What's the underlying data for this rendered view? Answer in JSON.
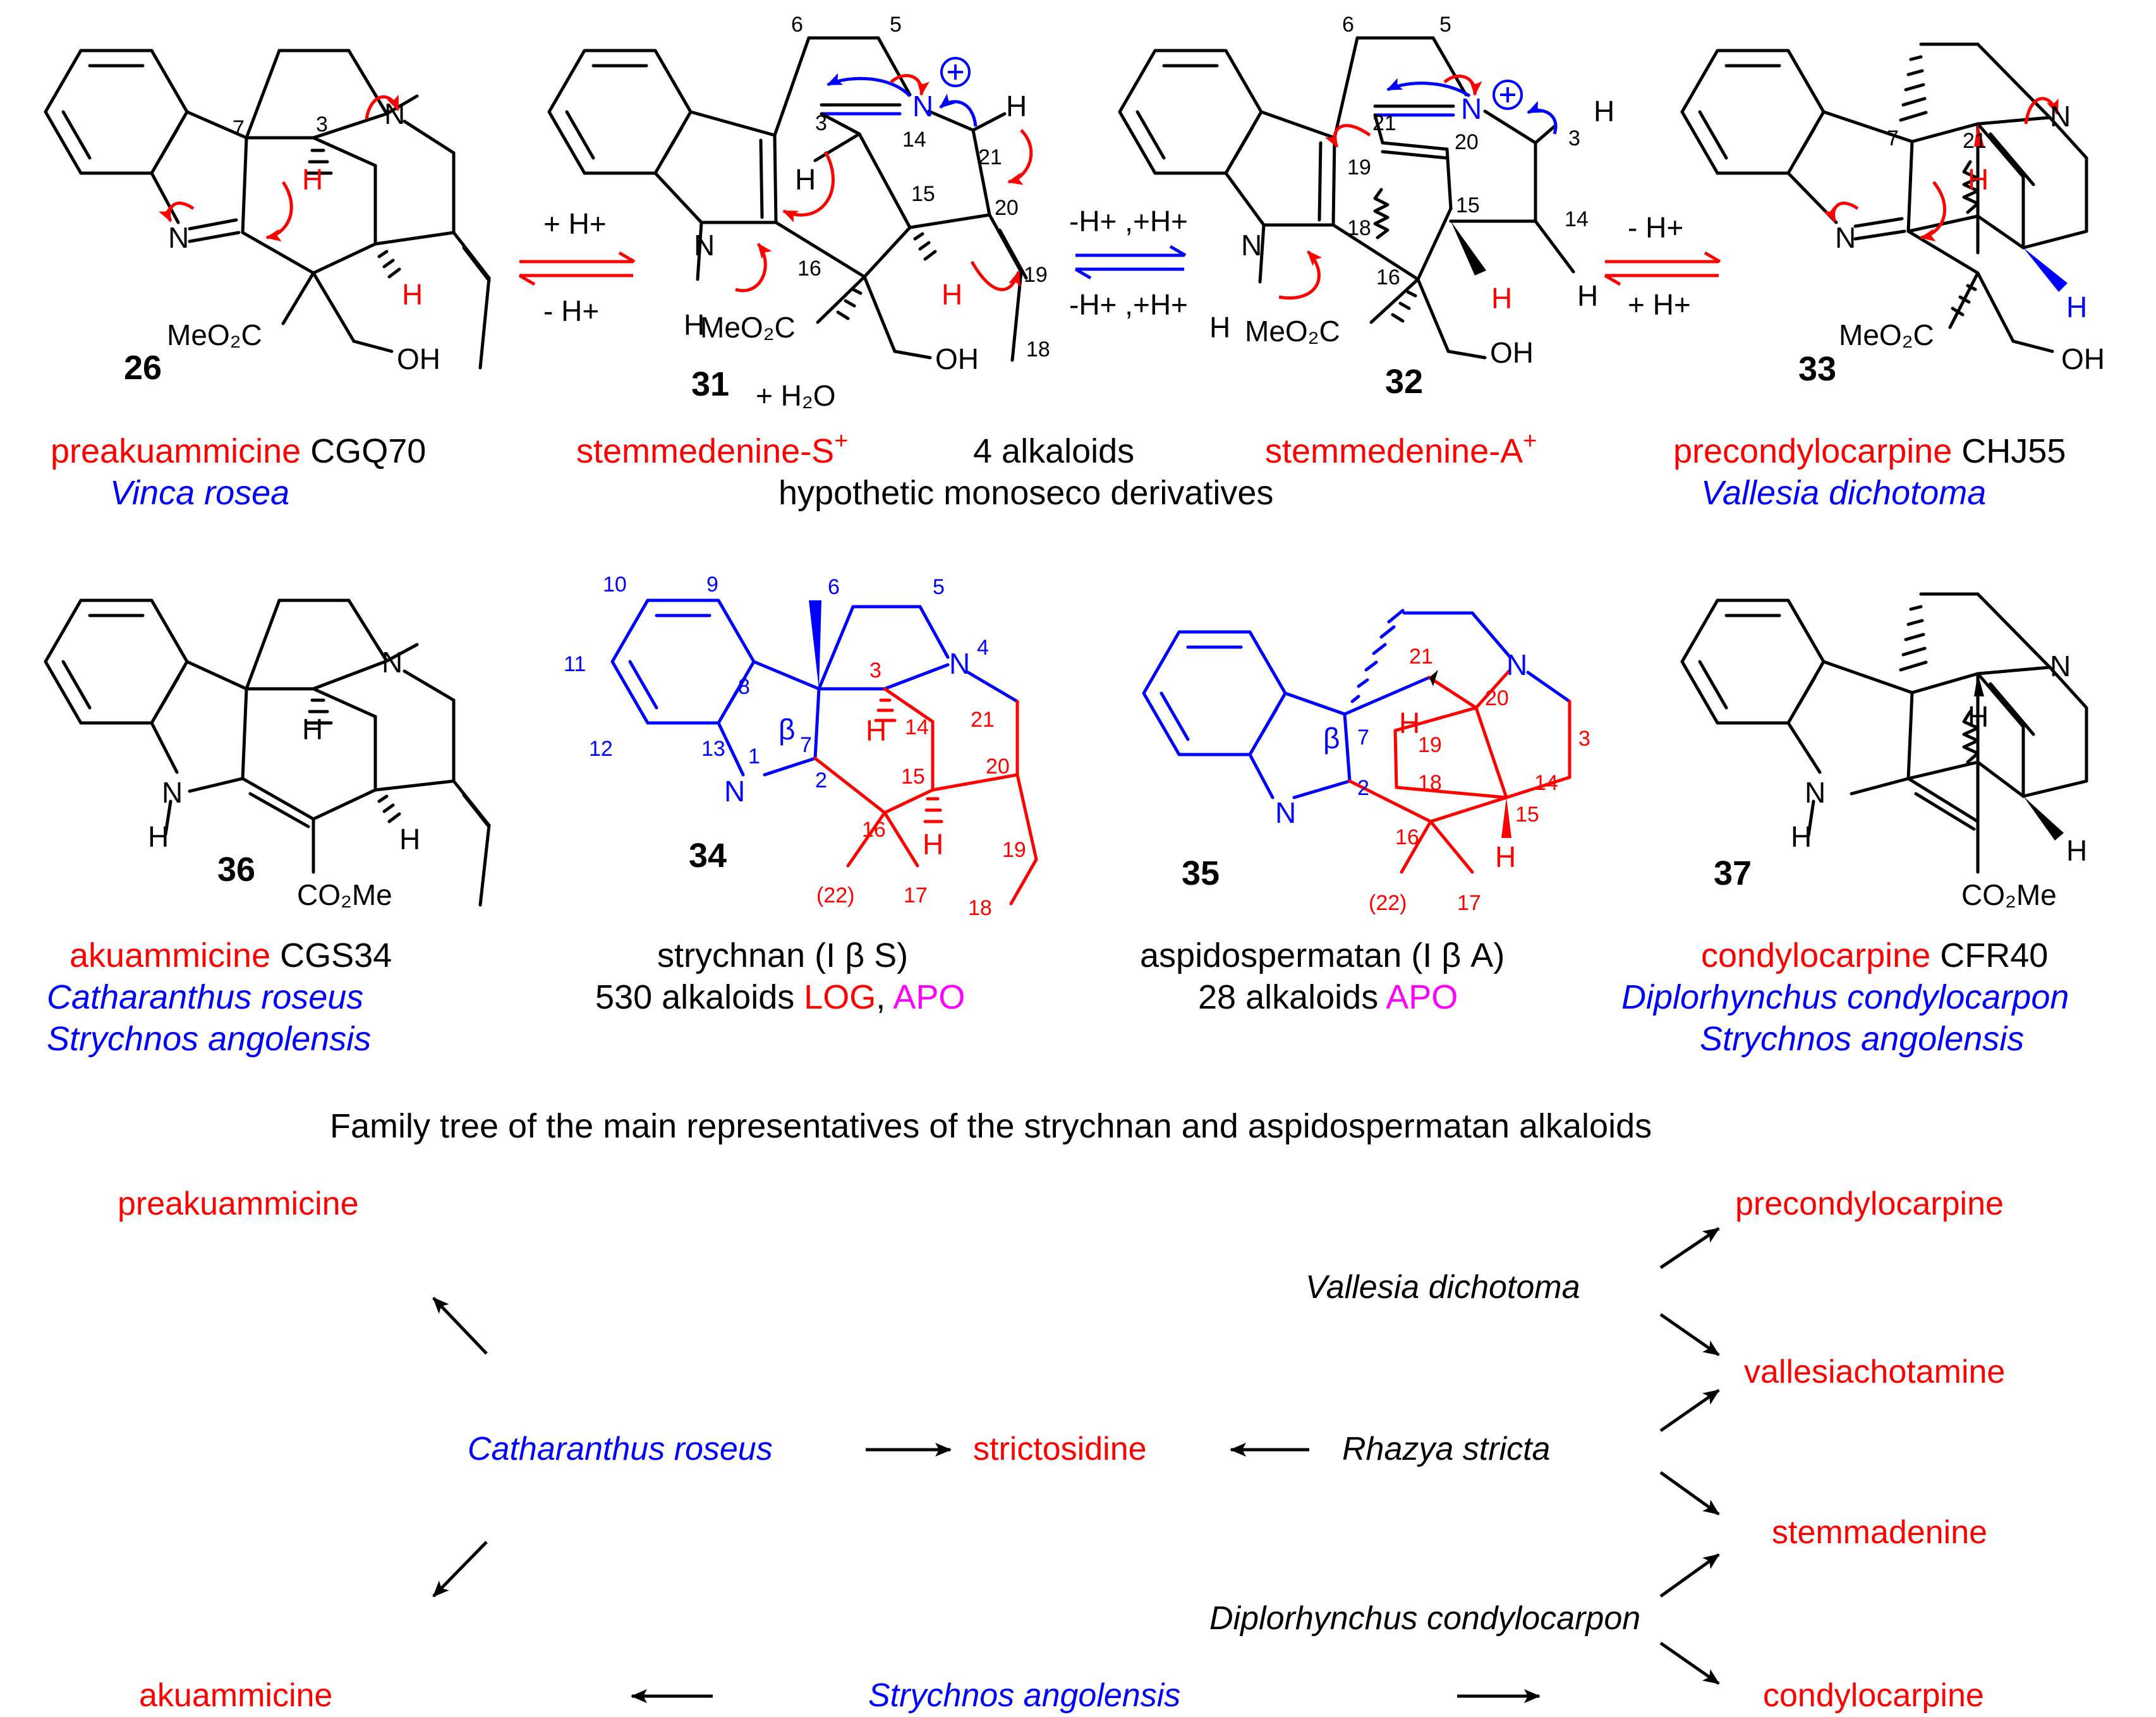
{
  "colors": {
    "red": "#ff0000",
    "blue": "#0000ff",
    "magenta": "#ff00ff",
    "black": "#000000"
  },
  "compounds": [
    {
      "id": "26",
      "name": "preakuammicine",
      "code": "CGQ70",
      "sources": [
        "Vinca rosea"
      ]
    },
    {
      "id": "31",
      "name": "stemmedenine-S",
      "charge": "+",
      "extra": "+ H₂O"
    },
    {
      "id": "32",
      "name": "stemmedenine-A",
      "charge": "+"
    },
    {
      "id": "33",
      "name": "precondylocarpine",
      "code": "CHJ55",
      "sources": [
        "Vallesia dichotoma"
      ]
    },
    {
      "id": "34",
      "name": "strychnan (I β S)",
      "count": "530 alkaloids",
      "tags": [
        "LOG",
        "APO"
      ]
    },
    {
      "id": "35",
      "name": "aspidospermatan (I β A)",
      "count": "28 alkaloids",
      "tags": [
        "APO"
      ]
    },
    {
      "id": "36",
      "name": "akuammicine",
      "code": "CGS34",
      "sources": [
        "Catharanthus roseus",
        "Strychnos angolensis"
      ]
    },
    {
      "id": "37",
      "name": "condylocarpine",
      "code": "CFR40",
      "sources": [
        "Diplorhynchus condylocarpon",
        "Strychnos angolensis"
      ]
    }
  ],
  "middle": {
    "count": "4 alkaloids",
    "note": "hypothetic monoseco derivatives"
  },
  "equilibria": [
    {
      "forward": "+ H+",
      "back": "- H+"
    },
    {
      "forward": "-H+ ,+H+",
      "back": "-H+ ,+H+"
    },
    {
      "forward": "- H+",
      "back": "+ H+"
    }
  ],
  "atoms": {
    "n": "N",
    "h": "H",
    "oh": "OH",
    "ester_a": "MeO₂C",
    "ester_b": "CO₂Me",
    "beta": "β"
  },
  "tree": {
    "title": "Family tree of the main representatives of the strychnan and aspidospermatan alkaloids",
    "plants": [
      "Catharanthus roseus",
      "Rhazya stricta",
      "Vallesia dichotoma",
      "Diplorhynchus condylocarpon",
      "Strychnos angolensis"
    ],
    "products": [
      "preakuammicine",
      "akuammicine",
      "strictosidine",
      "precondylocarpine",
      "vallesiachotamine",
      "stemmadenine",
      "condylocarpine"
    ]
  }
}
